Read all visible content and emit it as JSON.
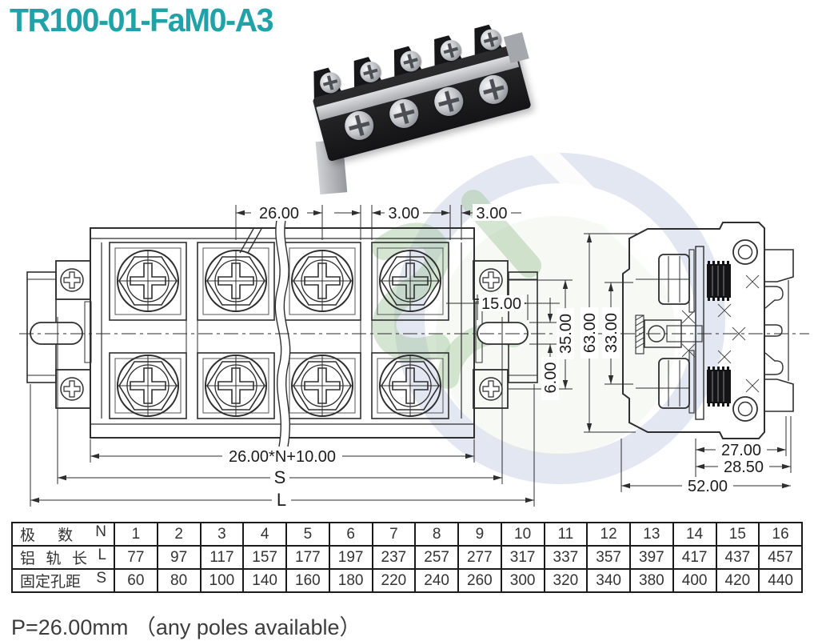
{
  "title": "TR100-01-FaM0-A3",
  "colors": {
    "accent": "#20a2a8",
    "line": "#2e2e2e"
  },
  "photo": {
    "description": "terminal block product photo"
  },
  "drawing": {
    "dimensions": {
      "pitch": "26.00",
      "gap_a": "3.00",
      "gap_b": "3.00",
      "slot_length": "15.00",
      "slot_width": "6.00",
      "screw_span": "35.00",
      "total_height": "63.00",
      "inner_height": "33.00",
      "body_length": "26.00*N+10.00",
      "hole_pitch": "S",
      "rail_length": "L",
      "side_w1": "27.00",
      "side_w2": "28.50",
      "side_w3": "52.00"
    }
  },
  "table": {
    "rows": [
      {
        "name": "poles",
        "label_parts": [
          "极",
          "数",
          "N"
        ],
        "values": [
          1,
          2,
          3,
          4,
          5,
          6,
          7,
          8,
          9,
          10,
          11,
          12,
          13,
          14,
          15,
          16
        ]
      },
      {
        "name": "rail-length",
        "label_parts": [
          "铝",
          "轨",
          "长",
          "L"
        ],
        "values": [
          77,
          97,
          117,
          157,
          177,
          197,
          237,
          257,
          277,
          317,
          337,
          357,
          397,
          417,
          437,
          457
        ]
      },
      {
        "name": "hole-distance",
        "label_parts": [
          "固定孔距",
          "S"
        ],
        "values": [
          60,
          80,
          100,
          140,
          160,
          180,
          220,
          240,
          260,
          300,
          320,
          340,
          380,
          400,
          420,
          440
        ]
      }
    ]
  },
  "footnote": "P=26.00mm （any poles available）"
}
